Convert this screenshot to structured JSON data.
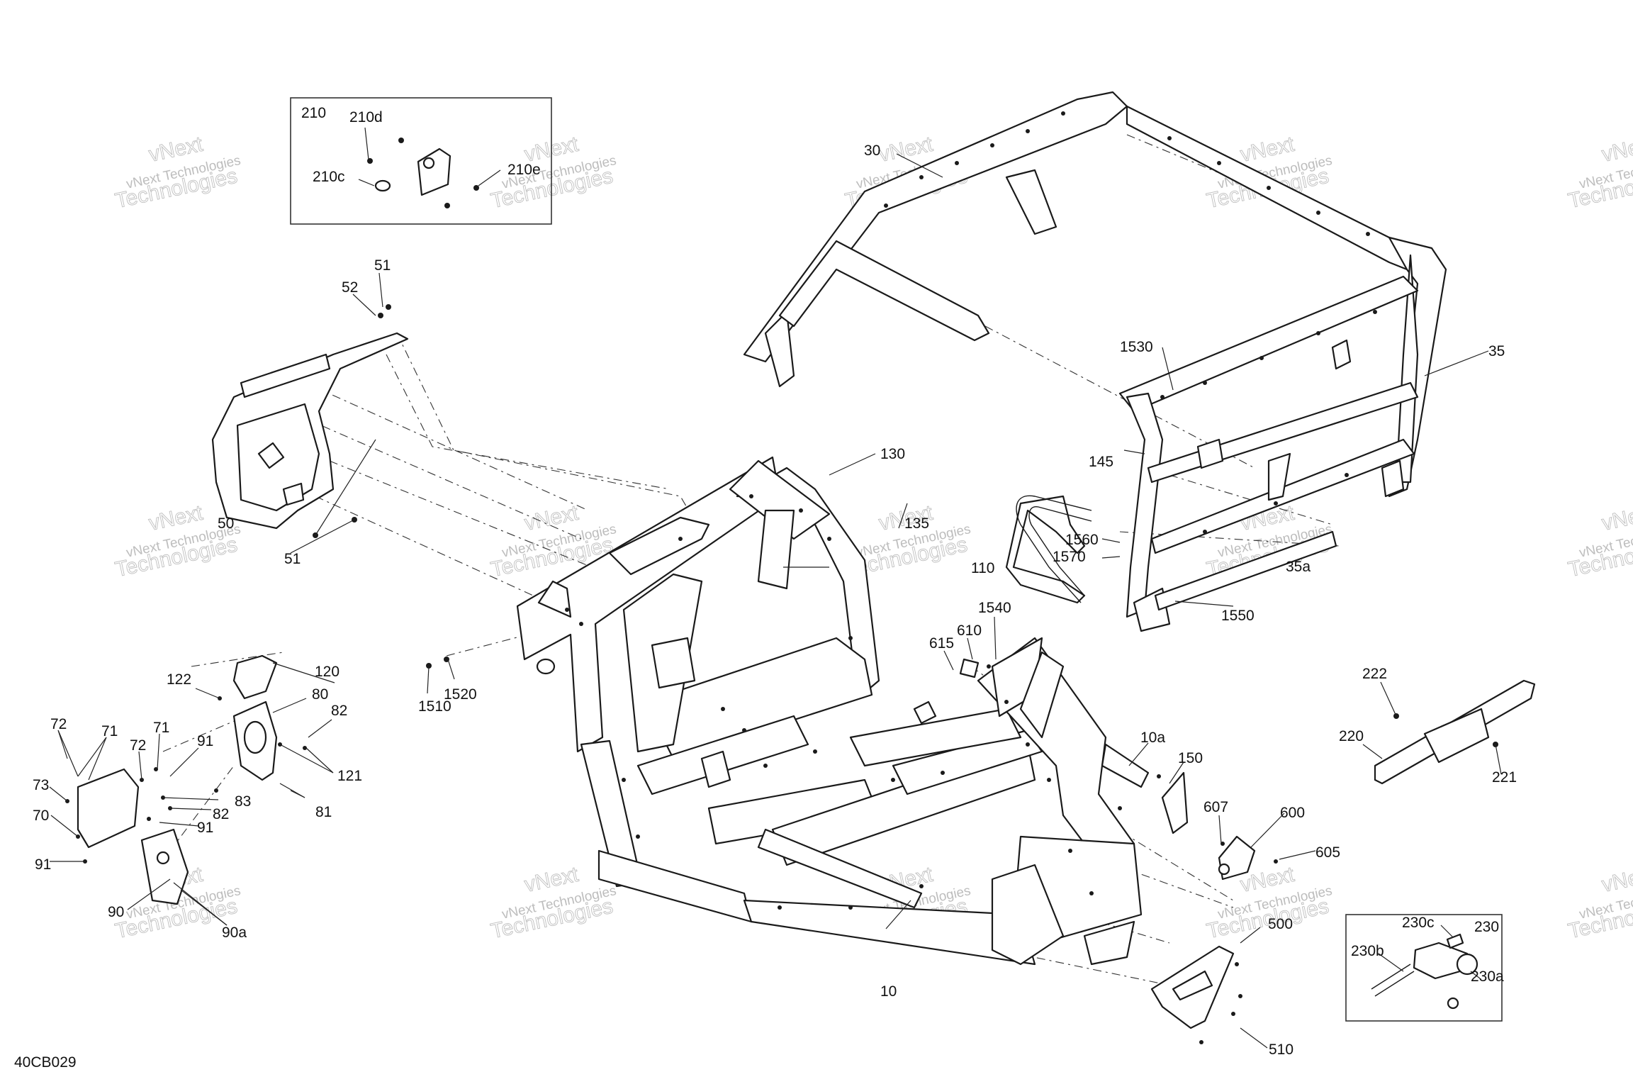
{
  "diagram_code": "40CB029",
  "watermark": {
    "line1": "vNext",
    "line2": "vNext Technologies",
    "line3": "Technologies"
  },
  "callouts": {
    "c30": "30",
    "c35": "35",
    "c35a": "35a",
    "c110": "110",
    "c145": "145",
    "c1530": "1530",
    "c1550": "1550",
    "c1560": "1560",
    "c1570": "1570",
    "c210": "210",
    "c210c": "210c",
    "c210d": "210d",
    "c210e": "210e",
    "c50": "50",
    "c51a": "51",
    "c51b": "51",
    "c52": "52",
    "c130": "130",
    "c135": "135",
    "c1510": "1510",
    "c1520": "1520",
    "c120": "120",
    "c122": "122",
    "c80": "80",
    "c82a": "82",
    "c82b": "82",
    "c121": "121",
    "c81": "81",
    "c83": "83",
    "c72a": "72",
    "c72b": "72",
    "c71a": "71",
    "c71b": "71",
    "c73": "73",
    "c70": "70",
    "c91a": "91",
    "c91b": "91",
    "c91c": "91",
    "c90": "90",
    "c90a": "90a",
    "c615": "615",
    "c610": "610",
    "c1540": "1540",
    "c10": "10",
    "c10a": "10a",
    "c150": "150",
    "c607": "607",
    "c600": "600",
    "c605": "605",
    "c500": "500",
    "c510": "510",
    "c222": "222",
    "c220": "220",
    "c221": "221",
    "c230": "230",
    "c230a": "230a",
    "c230b": "230b",
    "c230c": "230c"
  }
}
